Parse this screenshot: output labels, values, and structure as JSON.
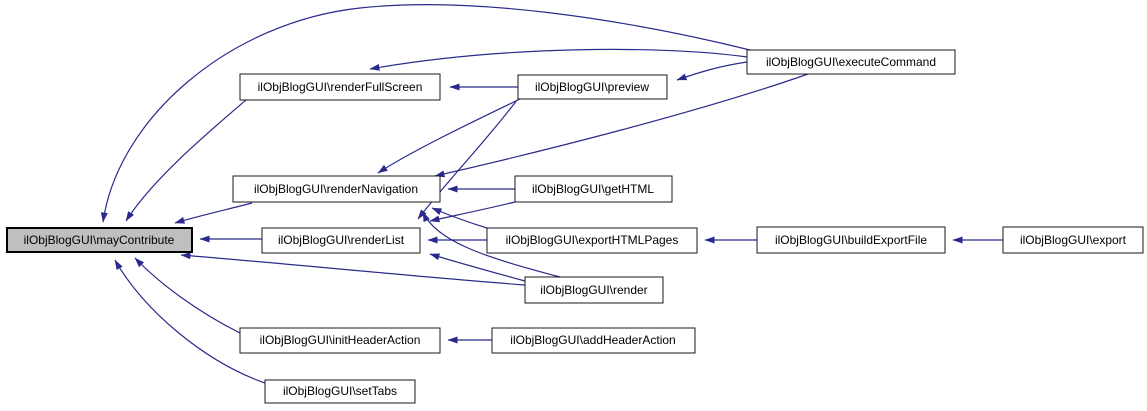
{
  "diagram": {
    "type": "call-graph",
    "description": "Caller graph for ilObjBlogGUI\\mayContribute",
    "colors": {
      "background": "#ffffff",
      "edge": "#2a2a8c",
      "node_fill": "#ffffff",
      "node_border": "#1a1a1a",
      "highlight_fill": "#bfbfbf",
      "text": "#000000"
    },
    "nodes": [
      {
        "id": "mayContribute",
        "label": "ilObjBlogGUI\\mayContribute",
        "highlighted": true
      },
      {
        "id": "renderFullScreen",
        "label": "ilObjBlogGUI\\renderFullScreen",
        "highlighted": false
      },
      {
        "id": "preview",
        "label": "ilObjBlogGUI\\preview",
        "highlighted": false
      },
      {
        "id": "executeCommand",
        "label": "ilObjBlogGUI\\executeCommand",
        "highlighted": false
      },
      {
        "id": "renderNavigation",
        "label": "ilObjBlogGUI\\renderNavigation",
        "highlighted": false
      },
      {
        "id": "getHTML",
        "label": "ilObjBlogGUI\\getHTML",
        "highlighted": false
      },
      {
        "id": "renderList",
        "label": "ilObjBlogGUI\\renderList",
        "highlighted": false
      },
      {
        "id": "exportHTMLPages",
        "label": "ilObjBlogGUI\\exportHTMLPages",
        "highlighted": false
      },
      {
        "id": "render",
        "label": "ilObjBlogGUI\\render",
        "highlighted": false
      },
      {
        "id": "buildExportFile",
        "label": "ilObjBlogGUI\\buildExportFile",
        "highlighted": false
      },
      {
        "id": "export",
        "label": "ilObjBlogGUI\\export",
        "highlighted": false
      },
      {
        "id": "initHeaderAction",
        "label": "ilObjBlogGUI\\initHeaderAction",
        "highlighted": false
      },
      {
        "id": "addHeaderAction",
        "label": "ilObjBlogGUI\\addHeaderAction",
        "highlighted": false
      },
      {
        "id": "setTabs",
        "label": "ilObjBlogGUI\\setTabs",
        "highlighted": false
      }
    ],
    "edges": [
      {
        "from": "executeCommand",
        "to": "mayContribute"
      },
      {
        "from": "renderFullScreen",
        "to": "mayContribute"
      },
      {
        "from": "renderNavigation",
        "to": "mayContribute"
      },
      {
        "from": "renderList",
        "to": "mayContribute"
      },
      {
        "from": "render",
        "to": "mayContribute"
      },
      {
        "from": "initHeaderAction",
        "to": "mayContribute"
      },
      {
        "from": "setTabs",
        "to": "mayContribute"
      },
      {
        "from": "preview",
        "to": "renderFullScreen"
      },
      {
        "from": "executeCommand",
        "to": "renderFullScreen"
      },
      {
        "from": "executeCommand",
        "to": "preview"
      },
      {
        "from": "preview",
        "to": "renderNavigation"
      },
      {
        "from": "executeCommand",
        "to": "renderNavigation"
      },
      {
        "from": "getHTML",
        "to": "renderNavigation"
      },
      {
        "from": "exportHTMLPages",
        "to": "renderNavigation"
      },
      {
        "from": "render",
        "to": "renderNavigation"
      },
      {
        "from": "getHTML",
        "to": "renderList"
      },
      {
        "from": "preview",
        "to": "renderList"
      },
      {
        "from": "exportHTMLPages",
        "to": "renderList"
      },
      {
        "from": "render",
        "to": "renderList"
      },
      {
        "from": "buildExportFile",
        "to": "exportHTMLPages"
      },
      {
        "from": "export",
        "to": "buildExportFile"
      },
      {
        "from": "addHeaderAction",
        "to": "initHeaderAction"
      }
    ]
  }
}
